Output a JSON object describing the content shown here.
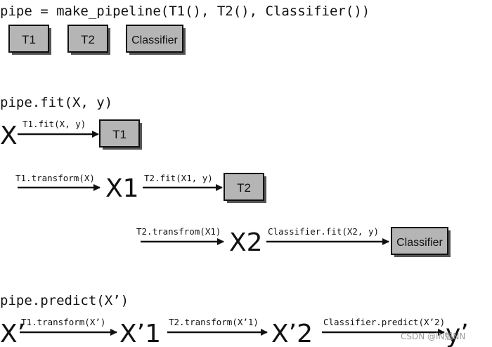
{
  "pipeline_code": "pipe = make_pipeline(T1(), T2(), Classifier())",
  "pipeline_boxes": [
    "T1",
    "T2",
    "Classifier"
  ],
  "fit": {
    "code": "pipe.fit(X, y)",
    "x_label": "X",
    "step1_label": "T1.fit(X, y)",
    "step1_box": "T1",
    "step2_in_label": "T1.transform(X)",
    "x1_label": "X1",
    "step2_label": "T2.fit(X1, y)",
    "step2_box": "T2",
    "step3_in_label": "T2.transfrom(X1)",
    "x2_label": "X2",
    "step3_label": "Classifier.fit(X2, y)",
    "step3_box": "Classifier"
  },
  "predict": {
    "code": "pipe.predict(X’)",
    "x_label": "X’",
    "step1_label": "T1.transform(X’)",
    "x1_label": "X’1",
    "step2_label": "T2.transform(X’1)",
    "x2_label": "X’2",
    "step3_label": "Classifier.predict(X’2)",
    "y_label": "y’"
  },
  "watermark": "CSDN @iN魁NN"
}
